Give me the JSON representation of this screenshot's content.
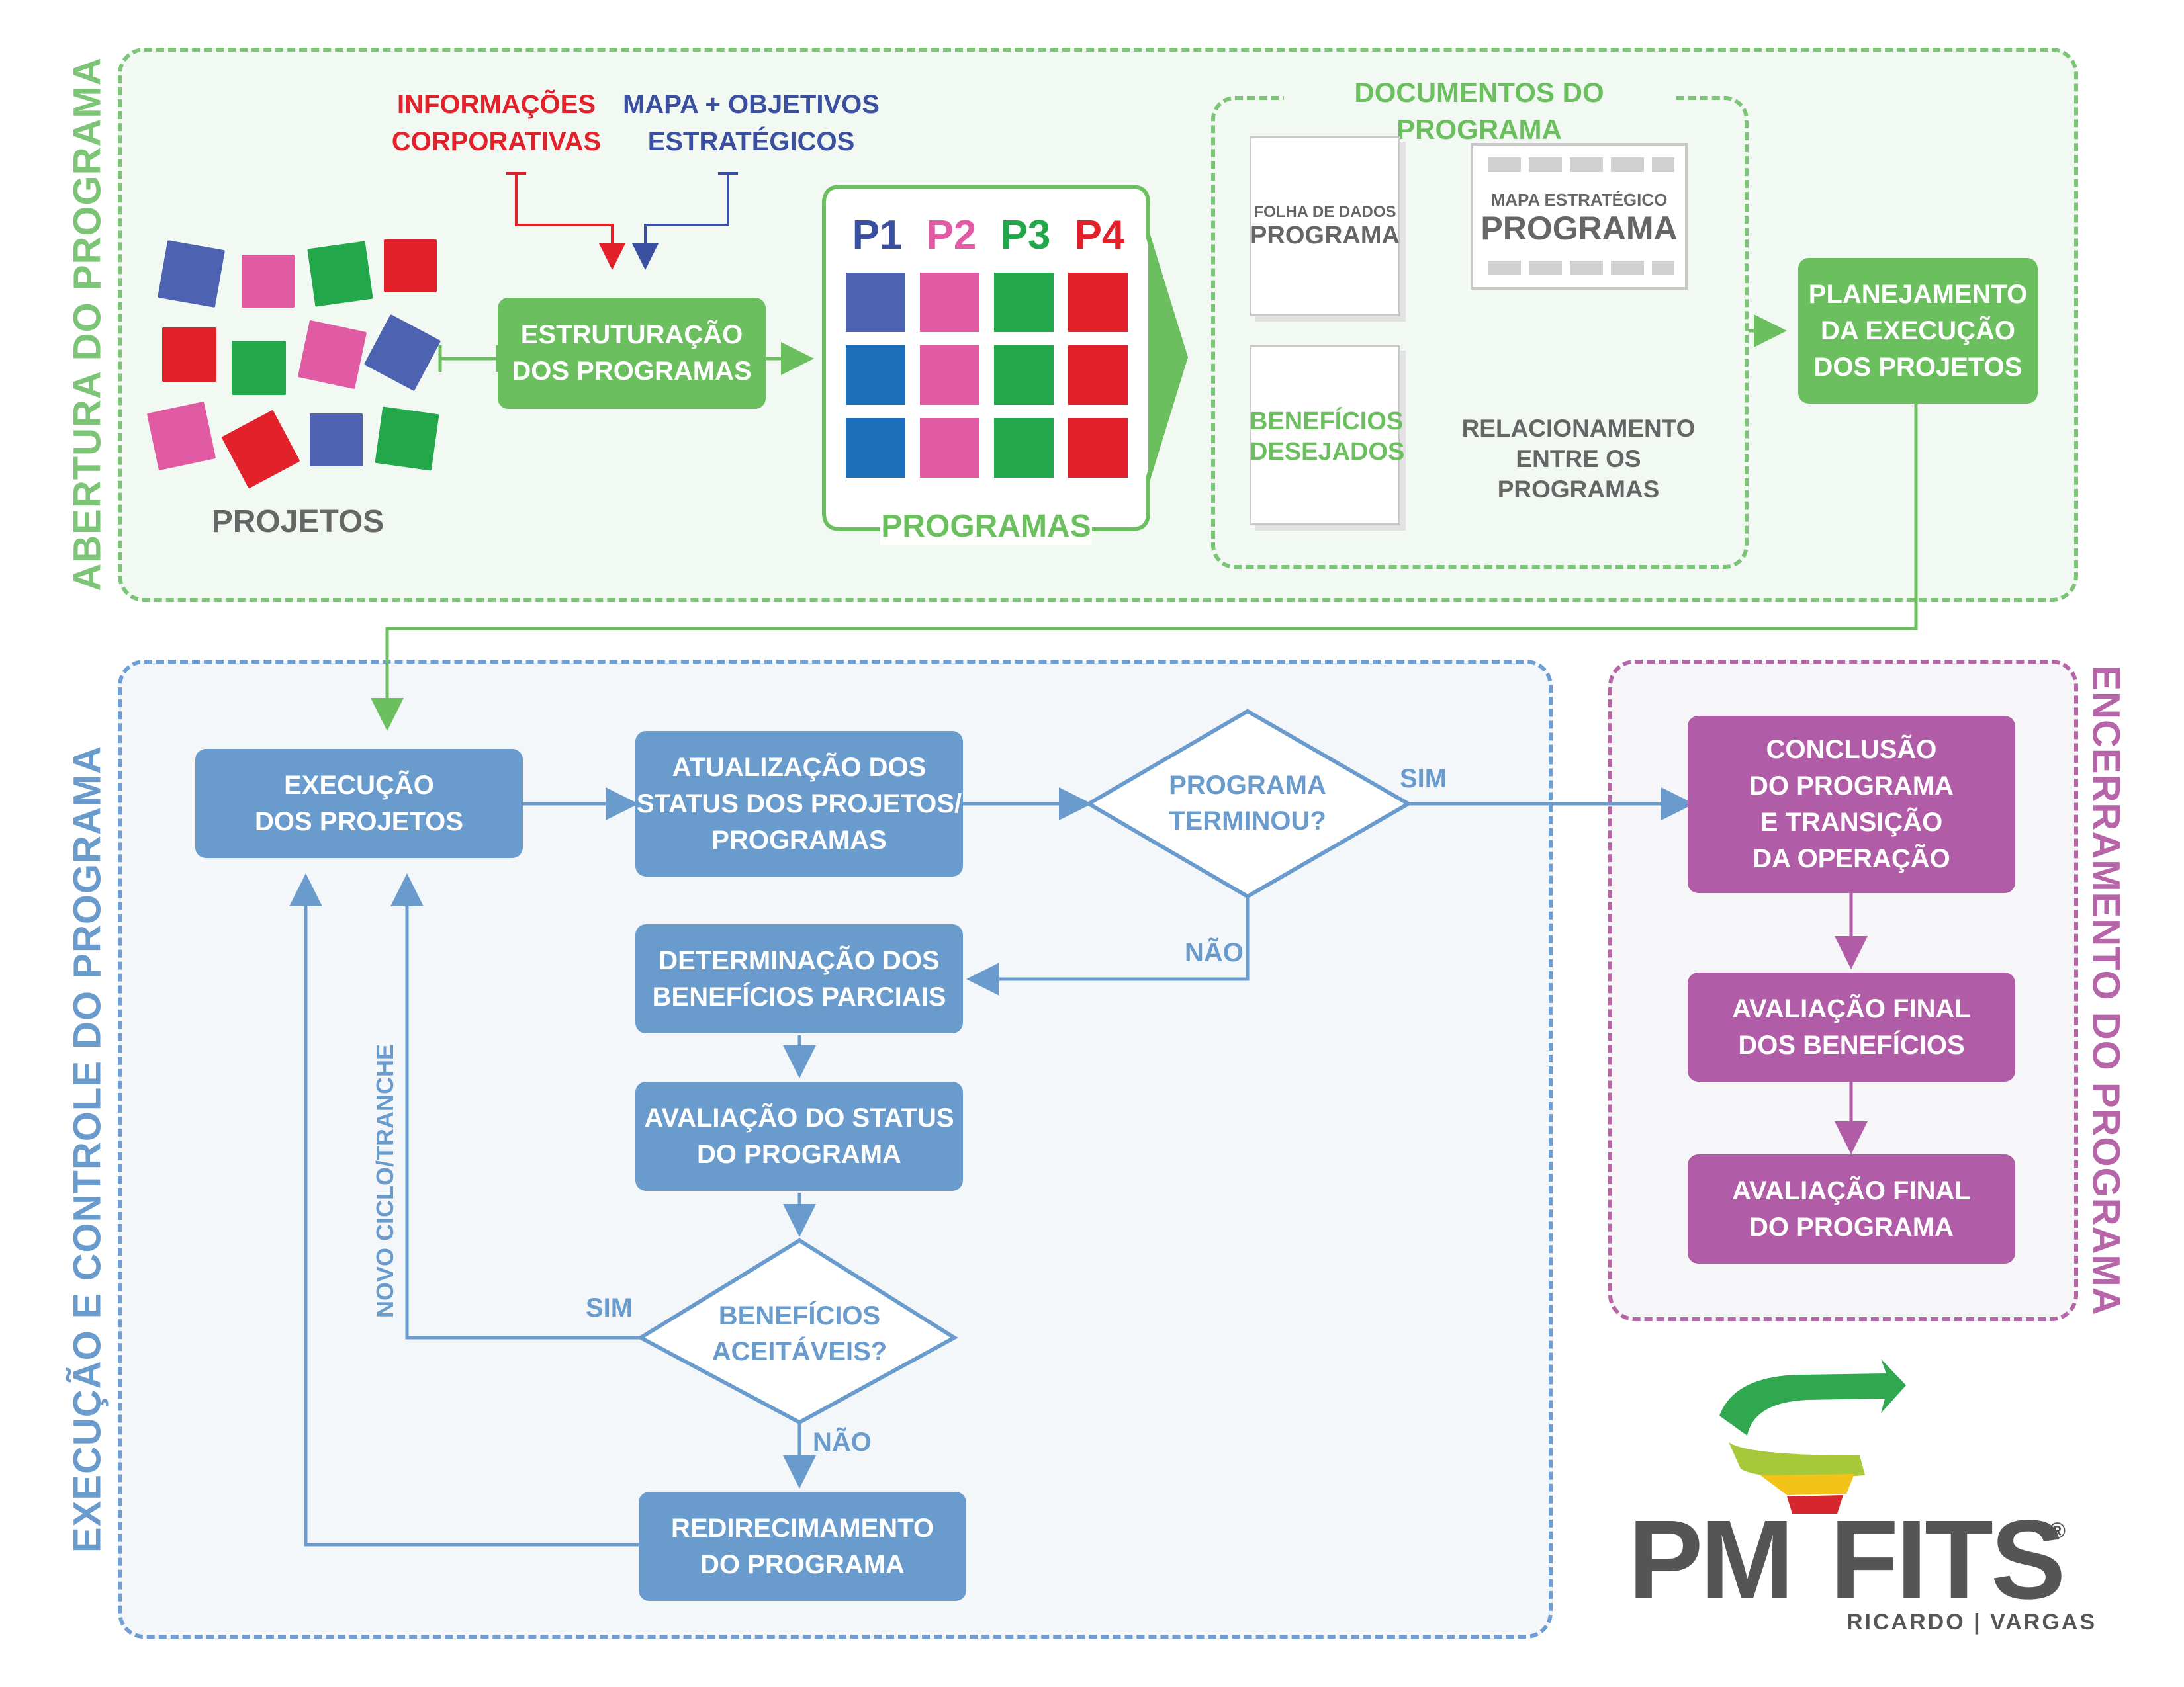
{
  "colors": {
    "green": "#6cbf5f",
    "blue": "#6a9bcd",
    "purple": "#b15ca6",
    "red": "#e3212b",
    "navy": "#3a4f9f",
    "gray": "#666666"
  },
  "regions": {
    "abertura": "ABERTURA DO PROGRAMA",
    "execucao": "EXECUÇÃO E CONTROLE DO PROGRAMA",
    "encerramento": "ENCERRAMENTO DO PROGRAMA"
  },
  "inputs": {
    "corporate": "INFORMAÇÕES\nCORPORATIVAS",
    "strategic": "MAPA + OBJETIVOS\nESTRATÉGICOS"
  },
  "projects_label": "PROJETOS",
  "structuring": "ESTRUTURAÇÃO\nDOS PROGRAMAS",
  "programs": {
    "headers": [
      "P1",
      "P2",
      "P3",
      "P4"
    ],
    "label": "PROGRAMAS"
  },
  "documents": {
    "title": "DOCUMENTOS DO PROGRAMA",
    "datasheet_small": "FOLHA DE DADOS",
    "datasheet_big": "PROGRAMA",
    "map_small": "MAPA ESTRATÉGICO",
    "map_big": "PROGRAMA",
    "benefits": "BENEFÍCIOS\nDESEJADOS",
    "relationship": "RELACIONAMENTO\nENTRE OS PROGRAMAS"
  },
  "planning": "PLANEJAMENTO\nDA EXECUÇÃO\nDOS PROJETOS",
  "execution": {
    "exec_projects": "EXECUÇÃO\nDOS PROJETOS",
    "update_status": "ATUALIZAÇÃO DOS\nSTATUS DOS PROJETOS/\nPROGRAMAS",
    "program_ended": "PROGRAMA\nTERMINOU?",
    "partial_benefits": "DETERMINAÇÃO DOS\nBENEFÍCIOS PARCIAIS",
    "status_eval": "AVALIAÇÃO DO STATUS\nDO PROGRAMA",
    "benefits_ok": "BENEFÍCIOS\nACEITÁVEIS?",
    "redirect": "REDIRECIMAMENTO\nDO PROGRAMA",
    "new_cycle": "NOVO CICLO/TRANCHE",
    "yes": "SIM",
    "no": "NÃO"
  },
  "closing": {
    "conclusion": "CONCLUSÃO\nDO PROGRAMA\nE TRANSIÇÃO\nDA OPERAÇÃO",
    "final_benefits": "AVALIAÇÃO FINAL\nDOS BENEFÍCIOS",
    "final_program": "AVALIAÇÃO FINAL\nDO PROGRAMA"
  },
  "logo": {
    "brand_left": "PM",
    "brand_right": "FITS",
    "registered": "®",
    "author": "RICARDO | VARGAS"
  }
}
